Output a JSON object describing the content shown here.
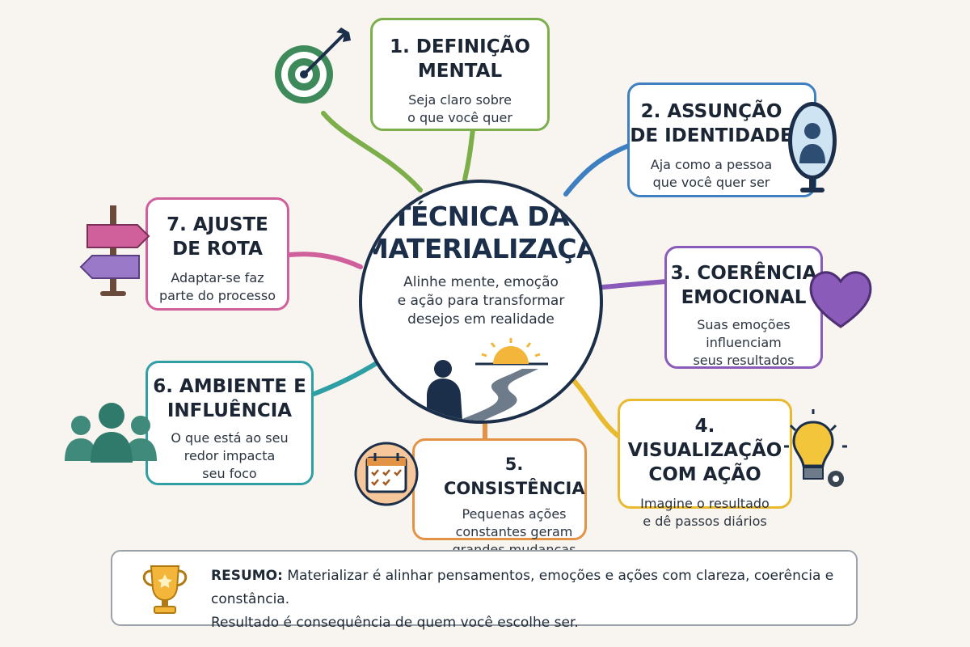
{
  "center": {
    "title_line1": "TÉCNICA DA",
    "title_line2": "MATERIALIZAÇÃO",
    "desc_line1": "Alinhe mente, emoção",
    "desc_line2": "e ação para transformar",
    "desc_line3": "desejos em realidade"
  },
  "steps": [
    {
      "title": [
        "1. DEFINIÇÃO",
        "MENTAL"
      ],
      "desc": [
        "Seja claro sobre",
        "o que você quer"
      ],
      "color": "#7cae4a",
      "icon": "target-icon"
    },
    {
      "title": [
        "2. ASSUNÇÃO",
        "DE IDENTIDADE"
      ],
      "desc": [
        "Aja como a pessoa",
        "que você quer ser"
      ],
      "color": "#3d7fc1",
      "icon": "mirror-icon"
    },
    {
      "title": [
        "3. COERÊNCIA",
        "EMOCIONAL"
      ],
      "desc": [
        "Suas emoções",
        "influenciam",
        "seus resultados"
      ],
      "color": "#8a5bb8",
      "icon": "heart-icon"
    },
    {
      "title": [
        "4. VISUALIZAÇÃO",
        "COM AÇÃO"
      ],
      "desc": [
        "Imagine o resultado",
        "e dê passos diários"
      ],
      "color": "#e9b92e",
      "icon": "lightbulb-icon"
    },
    {
      "title": [
        "5. CONSISTÊNCIA"
      ],
      "desc": [
        "Pequenas ações",
        "constantes geram",
        "grandes mudanças"
      ],
      "color": "#e39346",
      "icon": "calendar-icon"
    },
    {
      "title": [
        "6. AMBIENTE E",
        "INFLUÊNCIA"
      ],
      "desc": [
        "O que está ao seu",
        "redor impacta",
        "seu foco"
      ],
      "color": "#2f9fa6",
      "icon": "people-icon"
    },
    {
      "title": [
        "7. AJUSTE",
        "DE ROTA"
      ],
      "desc": [
        "Adaptar-se faz",
        "parte do processo"
      ],
      "color": "#d0609c",
      "icon": "signpost-icon"
    }
  ],
  "summary": {
    "label": "RESUMO:",
    "line1": "Materializar é alinhar pensamentos, emoções e ações com clareza, coerência e constância.",
    "line2": "Resultado é consequência de quem você escolhe ser.",
    "icon": "trophy-icon"
  }
}
